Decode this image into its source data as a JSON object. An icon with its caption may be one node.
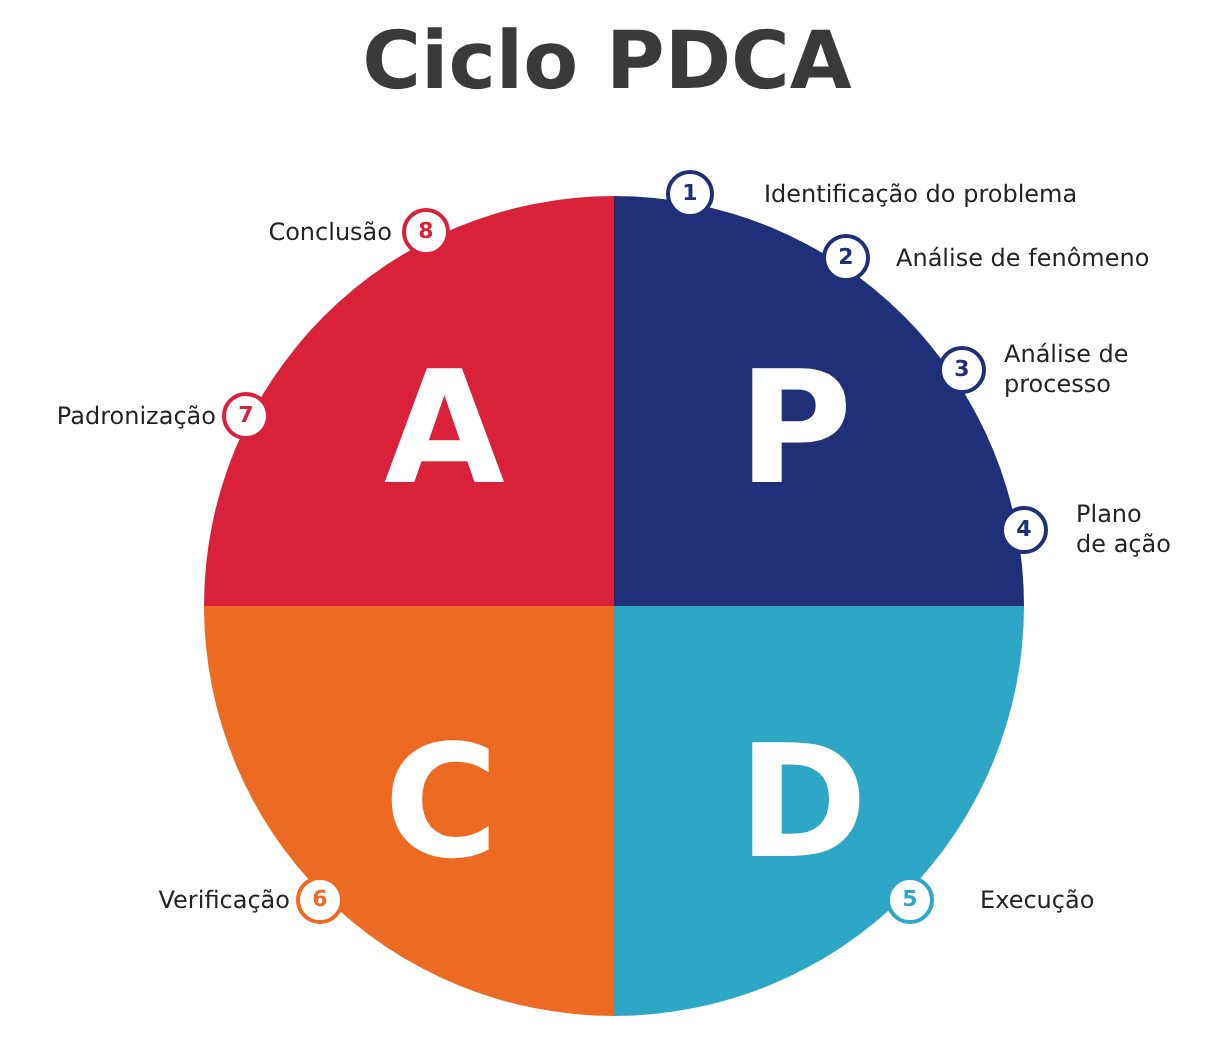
{
  "diagram": {
    "title": "Ciclo PDCA",
    "nodes": [
      {
        "text": [
          "A"
        ]
      },
      {
        "text": [
          "P"
        ]
      },
      {
        "text": [
          "C"
        ]
      },
      {
        "text": [
          "D"
        ]
      },
      {
        "text": [
          "1",
          "Identificação do problema"
        ]
      },
      {
        "text": [
          "2",
          "Análise de fenômeno"
        ]
      },
      {
        "text": [
          "3",
          "Análise de processo"
        ]
      },
      {
        "text": [
          "4",
          "Plano de ação"
        ]
      },
      {
        "text": [
          "5",
          "Execução"
        ]
      },
      {
        "text": [
          "Verificação",
          "6"
        ]
      },
      {
        "text": [
          "Padronização",
          "7"
        ]
      },
      {
        "text": [
          "Conclusão",
          "8"
        ]
      }
    ],
    "edges": []
  }
}
